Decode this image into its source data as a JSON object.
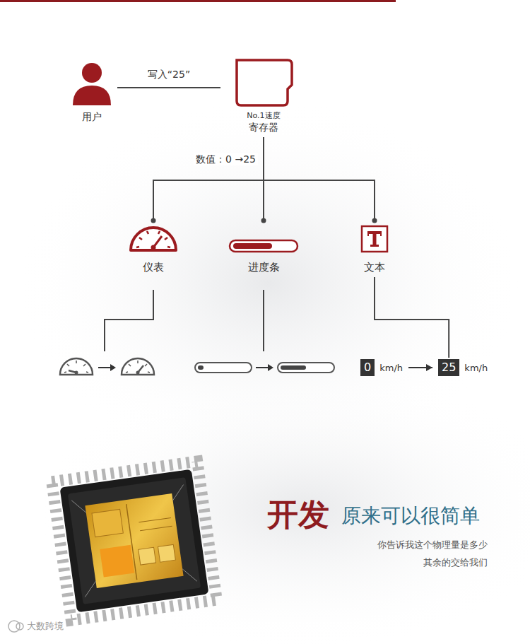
{
  "diagram": {
    "nodes": [
      {
        "text": [
          "用户"
        ]
      },
      {
        "text": [
          "No.1速度",
          "寄存器"
        ]
      },
      {
        "text": [
          "仪表"
        ]
      },
      {
        "text": [
          "进度条"
        ]
      },
      {
        "text": [
          "文本"
        ]
      },
      {
        "text": [
          "0",
          "km/h"
        ]
      },
      {
        "text": [
          "25",
          "km/h"
        ]
      }
    ],
    "edges": [
      {
        "from": 0,
        "to": 1,
        "label": "写入“25”",
        "arrow": "none"
      },
      {
        "from": 1,
        "to": 2,
        "arrow": "none"
      },
      {
        "from": 1,
        "to": 3,
        "label": "数值：0 →25",
        "arrow": "none"
      },
      {
        "from": 1,
        "to": 4,
        "arrow": "none"
      },
      {
        "from": 4,
        "to": 6,
        "arrow": "none"
      },
      {
        "from": 5,
        "to": 6,
        "arrow": "to"
      }
    ],
    "labels": [
      "开发",
      "原来可以很简单",
      "你告诉我这个物理量是多少",
      "其余的交给我们",
      "大数跨境"
    ]
  }
}
